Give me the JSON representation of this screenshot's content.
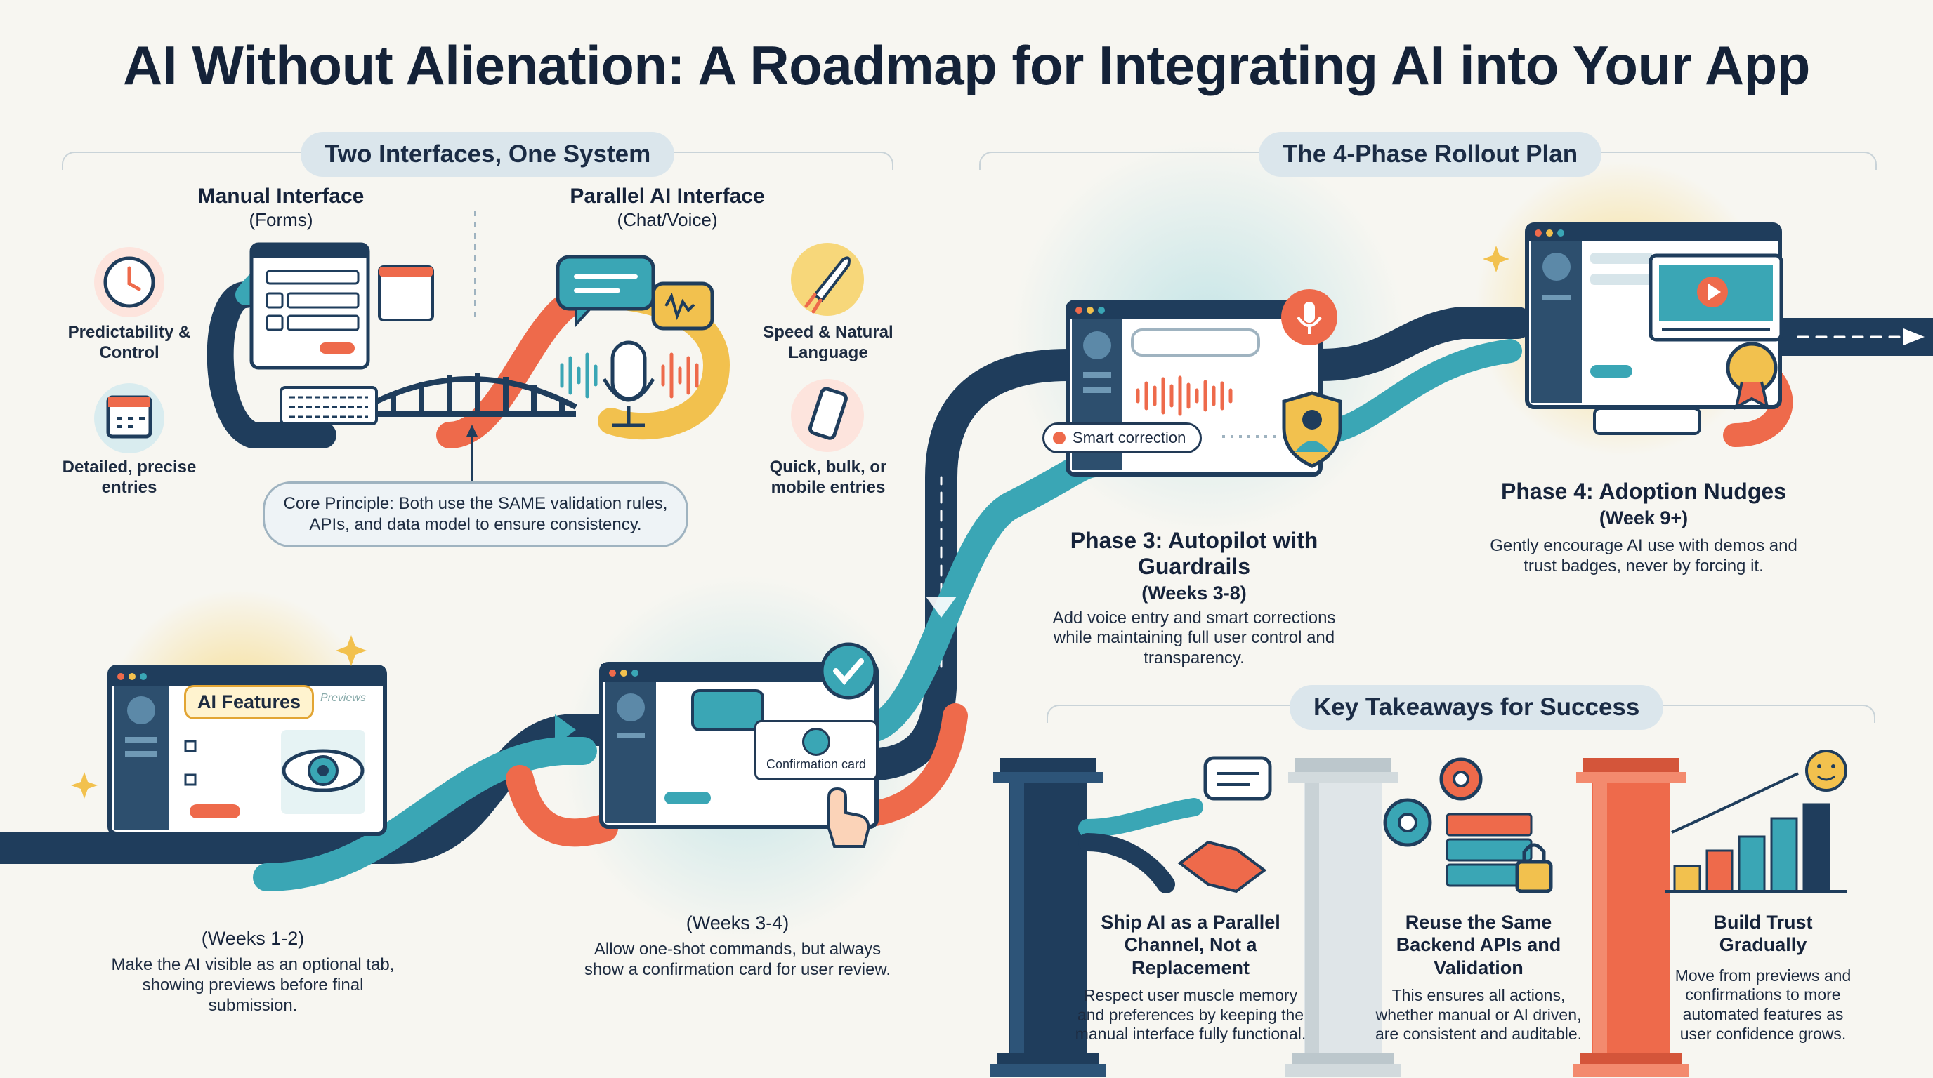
{
  "title": "AI Without Alienation: A Roadmap for Integrating AI into Your App",
  "two_interfaces": {
    "heading": "Two Interfaces, One System",
    "manual_title": "Manual Interface",
    "manual_sub": "(Forms)",
    "ai_title": "Parallel AI Interface",
    "ai_sub": "(Chat/Voice)",
    "left_labels": [
      "Predictability & Control",
      "Detailed, precise entries"
    ],
    "right_labels": [
      "Speed & Natural Language",
      "Quick, bulk, or mobile entries"
    ],
    "principle": "Core Principle: Both use the SAME validation rules, APIs, and data model to ensure consistency."
  },
  "rollout": {
    "heading": "The 4-Phase Rollout Plan",
    "phase1": {
      "tag": "AI Features",
      "tab": "Previews",
      "weeks": "(Weeks 1-2)",
      "desc": "Make the AI visible as an optional tab, showing previews before final submission."
    },
    "phase2": {
      "card": "Confirmation card",
      "weeks": "(Weeks 3-4)",
      "desc": "Allow one-shot commands, but always show a confirmation card for user review."
    },
    "phase3": {
      "chip": "Smart correction",
      "title": "Phase 3: Autopilot with Guardrails",
      "weeks": "(Weeks 3-8)",
      "desc": "Add voice entry and smart corrections while maintaining full user control and transparency."
    },
    "phase4": {
      "title": "Phase 4: Adoption Nudges",
      "weeks": "(Week 9+)",
      "desc": "Gently encourage AI use with demos and trust badges, never by forcing it."
    }
  },
  "takeaways": {
    "heading": "Key Takeaways for Success",
    "items": [
      {
        "title": "Ship AI as a Parallel Channel, Not a Replacement",
        "desc": "Respect user muscle memory and preferences by keeping the manual interface fully functional."
      },
      {
        "title": "Reuse the Same Backend APIs and Validation",
        "desc": "This ensures all actions, whether manual or AI driven, are consistent and auditable."
      },
      {
        "title": "Build Trust Gradually",
        "desc": "Move from previews and confirmations to more automated features as user confidence grows."
      }
    ]
  },
  "colors": {
    "navy": "#1f3d5c",
    "teal": "#3aa6b5",
    "coral": "#ee6a4b",
    "gold": "#f2c14e",
    "background": "#f7f6f1"
  }
}
